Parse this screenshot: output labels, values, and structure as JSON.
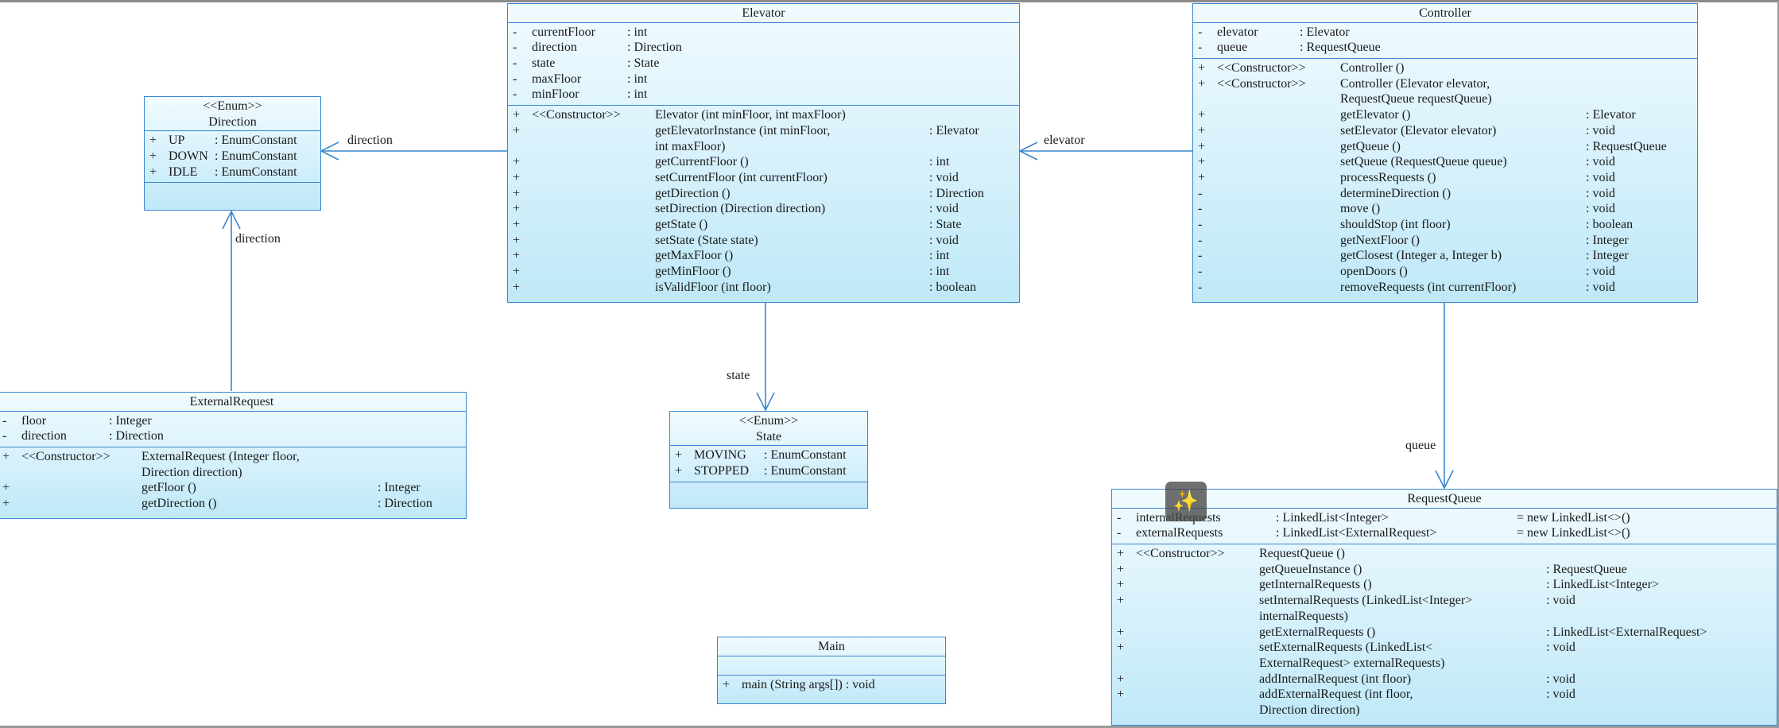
{
  "elevator": {
    "name": "Elevator",
    "attributes": [
      {
        "vis": "-",
        "name": "currentFloor",
        "type": ": int"
      },
      {
        "vis": "-",
        "name": "direction",
        "type": ": Direction"
      },
      {
        "vis": "-",
        "name": "state",
        "type": ": State"
      },
      {
        "vis": "-",
        "name": "maxFloor",
        "type": ": int"
      },
      {
        "vis": "-",
        "name": "minFloor",
        "type": ": int"
      }
    ],
    "operations": [
      {
        "vis": "+",
        "stereo": "<<Constructor>>",
        "sig": "Elevator (int minFloor, int maxFloor)",
        "ret": ""
      },
      {
        "vis": "+",
        "stereo": "",
        "sig": "getElevatorInstance (int minFloor,\n int maxFloor)",
        "ret": ": Elevator"
      },
      {
        "vis": "+",
        "stereo": "",
        "sig": "getCurrentFloor ()",
        "ret": ": int"
      },
      {
        "vis": "+",
        "stereo": "",
        "sig": "setCurrentFloor (int currentFloor)",
        "ret": ": void"
      },
      {
        "vis": "+",
        "stereo": "",
        "sig": "getDirection ()",
        "ret": ": Direction"
      },
      {
        "vis": "+",
        "stereo": "",
        "sig": "setDirection (Direction direction)",
        "ret": ": void"
      },
      {
        "vis": "+",
        "stereo": "",
        "sig": "getState ()",
        "ret": ": State"
      },
      {
        "vis": "+",
        "stereo": "",
        "sig": "setState (State state)",
        "ret": ": void"
      },
      {
        "vis": "+",
        "stereo": "",
        "sig": "getMaxFloor ()",
        "ret": ": int"
      },
      {
        "vis": "+",
        "stereo": "",
        "sig": "getMinFloor ()",
        "ret": ": int"
      },
      {
        "vis": "+",
        "stereo": "",
        "sig": "isValidFloor (int floor)",
        "ret": ": boolean"
      }
    ]
  },
  "controller": {
    "name": "Controller",
    "attributes": [
      {
        "vis": "-",
        "name": "elevator",
        "type": ": Elevator"
      },
      {
        "vis": "-",
        "name": "queue",
        "type": ": RequestQueue"
      }
    ],
    "operations": [
      {
        "vis": "+",
        "stereo": "<<Constructor>>",
        "sig": "Controller ()",
        "ret": ""
      },
      {
        "vis": "+",
        "stereo": "<<Constructor>>",
        "sig": "Controller (Elevator elevator,\n RequestQueue requestQueue)",
        "ret": ""
      },
      {
        "vis": "+",
        "stereo": "",
        "sig": "getElevator ()",
        "ret": ": Elevator"
      },
      {
        "vis": "+",
        "stereo": "",
        "sig": "setElevator (Elevator elevator)",
        "ret": ": void"
      },
      {
        "vis": "+",
        "stereo": "",
        "sig": "getQueue ()",
        "ret": ": RequestQueue"
      },
      {
        "vis": "+",
        "stereo": "",
        "sig": "setQueue (RequestQueue queue)",
        "ret": ": void"
      },
      {
        "vis": "+",
        "stereo": "",
        "sig": "processRequests ()",
        "ret": ": void"
      },
      {
        "vis": "-",
        "stereo": "",
        "sig": "determineDirection ()",
        "ret": ": void"
      },
      {
        "vis": "-",
        "stereo": "",
        "sig": "move ()",
        "ret": ": void"
      },
      {
        "vis": "-",
        "stereo": "",
        "sig": "shouldStop (int floor)",
        "ret": ": boolean"
      },
      {
        "vis": "-",
        "stereo": "",
        "sig": "getNextFloor ()",
        "ret": ": Integer"
      },
      {
        "vis": "-",
        "stereo": "",
        "sig": "getClosest (Integer a, Integer b)",
        "ret": ": Integer"
      },
      {
        "vis": "-",
        "stereo": "",
        "sig": "openDoors ()",
        "ret": ": void"
      },
      {
        "vis": "-",
        "stereo": "",
        "sig": "removeRequests (int currentFloor)",
        "ret": ": void"
      }
    ]
  },
  "direction": {
    "stereotype": "<<Enum>>",
    "name": "Direction",
    "literals": [
      {
        "vis": "+",
        "name": "UP",
        "type": ": EnumConstant"
      },
      {
        "vis": "+",
        "name": "DOWN",
        "type": ": EnumConstant"
      },
      {
        "vis": "+",
        "name": "IDLE",
        "type": ": EnumConstant"
      }
    ]
  },
  "state": {
    "stereotype": "<<Enum>>",
    "name": "State",
    "literals": [
      {
        "vis": "+",
        "name": "MOVING",
        "type": ": EnumConstant"
      },
      {
        "vis": "+",
        "name": "STOPPED",
        "type": ": EnumConstant"
      }
    ]
  },
  "external_request": {
    "name": "ExternalRequest",
    "attributes": [
      {
        "vis": "-",
        "name": "floor",
        "type": ": Integer"
      },
      {
        "vis": "-",
        "name": "direction",
        "type": ": Direction"
      }
    ],
    "operations": [
      {
        "vis": "+",
        "stereo": "<<Constructor>>",
        "sig": "ExternalRequest (Integer floor,\n Direction direction)",
        "ret": ""
      },
      {
        "vis": "+",
        "stereo": "",
        "sig": "getFloor ()",
        "ret": ": Integer"
      },
      {
        "vis": "+",
        "stereo": "",
        "sig": "getDirection ()",
        "ret": ": Direction"
      }
    ]
  },
  "request_queue": {
    "name": "RequestQueue",
    "attributes": [
      {
        "vis": "-",
        "name": "internalRequests",
        "type": ": LinkedList<Integer>",
        "init": "= new LinkedList<>()"
      },
      {
        "vis": "-",
        "name": "externalRequests",
        "type": ": LinkedList<ExternalRequest>",
        "init": "= new LinkedList<>()"
      }
    ],
    "operations": [
      {
        "vis": "+",
        "stereo": "<<Constructor>>",
        "sig": "RequestQueue ()",
        "ret": ""
      },
      {
        "vis": "+",
        "stereo": "",
        "sig": "getQueueInstance ()",
        "ret": ": RequestQueue"
      },
      {
        "vis": "+",
        "stereo": "",
        "sig": "getInternalRequests ()",
        "ret": ": LinkedList<Integer>"
      },
      {
        "vis": "+",
        "stereo": "",
        "sig": "setInternalRequests (LinkedList<Integer>\n internalRequests)",
        "ret": ": void"
      },
      {
        "vis": "+",
        "stereo": "",
        "sig": "getExternalRequests ()",
        "ret": ": LinkedList<ExternalRequest>"
      },
      {
        "vis": "+",
        "stereo": "",
        "sig": "setExternalRequests (LinkedList<\nExternalRequest> externalRequests)",
        "ret": ": void"
      },
      {
        "vis": "+",
        "stereo": "",
        "sig": "addInternalRequest (int floor)",
        "ret": ": void"
      },
      {
        "vis": "+",
        "stereo": "",
        "sig": "addExternalRequest (int floor,\n Direction direction)",
        "ret": ": void"
      }
    ]
  },
  "main": {
    "name": "Main",
    "operations": [
      {
        "vis": "+",
        "sig": "main (String args[]) : void"
      }
    ]
  },
  "associations": {
    "elevator_direction": "direction",
    "controller_elevator": "elevator",
    "external_direction": "direction",
    "elevator_state": "state",
    "controller_queue": "queue"
  },
  "toolbar": {
    "magic_icon": "magic-wand-icon"
  }
}
